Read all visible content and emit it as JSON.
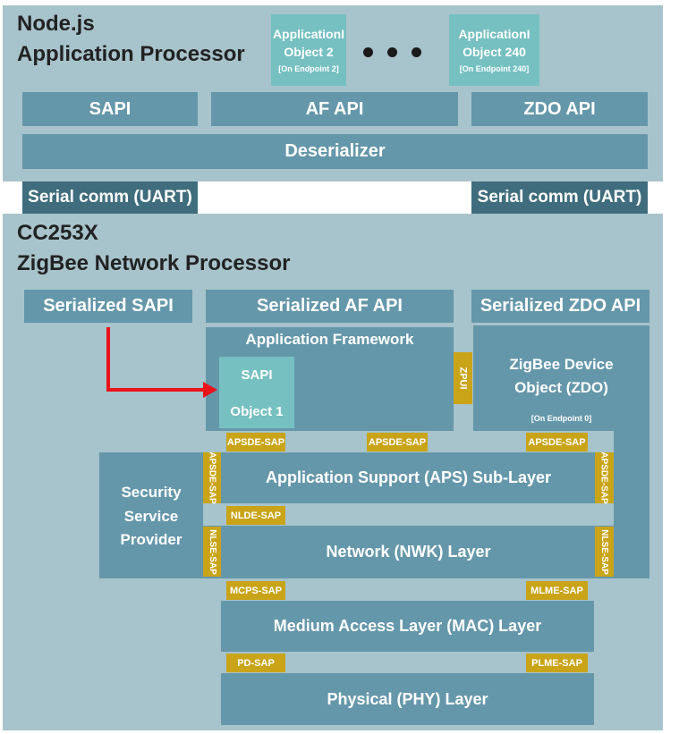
{
  "app_processor": {
    "title_line1": "Node.js",
    "title_line2": "Application Processor",
    "obj2": {
      "line1": "ApplicationI",
      "line2": "Object 2",
      "endpoint": "[On Endpoint 2]"
    },
    "obj240": {
      "line1": "ApplicationI",
      "line2": "Object 240",
      "endpoint": "[On Endpoint 240]"
    },
    "sapi": "SAPI",
    "af_api": "AF API",
    "zdo_api": "ZDO API",
    "deserializer": "Deserializer"
  },
  "serial": {
    "left": "Serial comm (UART)",
    "right": "Serial comm (UART)"
  },
  "network_processor": {
    "title_line1": "CC253X",
    "title_line2": "ZigBee Network Processor",
    "ser_sapi": "Serialized SAPI",
    "ser_af_api": "Serialized AF API",
    "ser_zdo_api": "Serialized ZDO API",
    "app_framework": "Application Framework",
    "sapi_object": {
      "line1": "SAPI",
      "line2": "Object 1"
    },
    "zpui": "ZPUI",
    "zdo": {
      "line1": "ZigBee Device",
      "line2": "Object (ZDO)",
      "endpoint": "[On Endpoint 0]"
    },
    "security": {
      "line1": "Security",
      "line2": "Service",
      "line3": "Provider"
    },
    "aps": "Application Support (APS) Sub-Layer",
    "nwk": "Network (NWK) Layer",
    "mac": "Medium Access Layer (MAC) Layer",
    "phy": "Physical (PHY) Layer",
    "saps": {
      "apsde1": "APSDE-SAP",
      "apsde2": "APSDE-SAP",
      "apsde3": "APSDE-SAP",
      "apsde_left": "APSDE-SAP",
      "apsde_right": "APSDE-SAP",
      "nlde": "NLDE-SAP",
      "nlse_left": "NLSE-SAP",
      "nlse_right": "NLSE-SAP",
      "mcps": "MCPS-SAP",
      "mlme": "MLME-SAP",
      "pd": "PD-SAP",
      "plme": "PLME-SAP"
    }
  },
  "colors": {
    "region": "#a7c3cb",
    "block": "#6597aa",
    "serial": "#3f6d7d",
    "object": "#76c0c1",
    "sap": "#c9a418",
    "arrow": "#e8141a"
  }
}
